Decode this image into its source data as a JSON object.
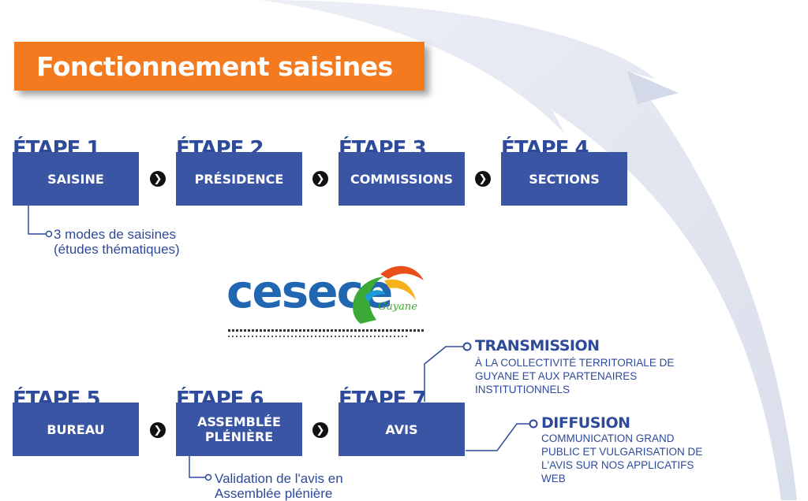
{
  "title": "Fonctionnement saisines",
  "steps_top": [
    {
      "label": "ÉTAPE 1",
      "name": "SAISINE"
    },
    {
      "label": "ÉTAPE 2",
      "name": "PRÉSIDENCE"
    },
    {
      "label": "ÉTAPE 3",
      "name": "COMMISSIONS"
    },
    {
      "label": "ÉTAPE 4",
      "name": "SECTIONS"
    }
  ],
  "steps_bottom": [
    {
      "label": "ÉTAPE 5",
      "name": "BUREAU"
    },
    {
      "label": "ÉTAPE 6",
      "name": "ASSEMBLÉE PLÉNIÈRE"
    },
    {
      "label": "ÉTAPE 7",
      "name": "AVIS"
    }
  ],
  "arrow_glyph": "❯",
  "notes": {
    "saisine_line1": "3 modes de saisines",
    "saisine_line2": "(études thématiques)",
    "assemblee_line1": "Validation de l'avis en",
    "assemblee_line2": "Assemblée plénière"
  },
  "outputs": {
    "transmission": {
      "title": "TRANSMISSION",
      "lines": [
        "À LA COLLECTIVITÉ TERRITORIALE DE",
        "GUYANE ET AUX PARTENAIRES",
        "INSTITUTIONNELS"
      ]
    },
    "diffusion": {
      "title": "DIFFUSION",
      "lines": [
        "COMMUNICATION GRAND",
        "PUBLIC ET VULGARISATION DE",
        "L'AVIS SUR NOS APPLICATIFS",
        "WEB"
      ]
    }
  },
  "logo": {
    "text": "cesece",
    "suffix": "Guyane"
  },
  "colors": {
    "orange": "#f47a20",
    "box_blue": "#3a55a4",
    "text_blue": "#2e4a9a"
  }
}
